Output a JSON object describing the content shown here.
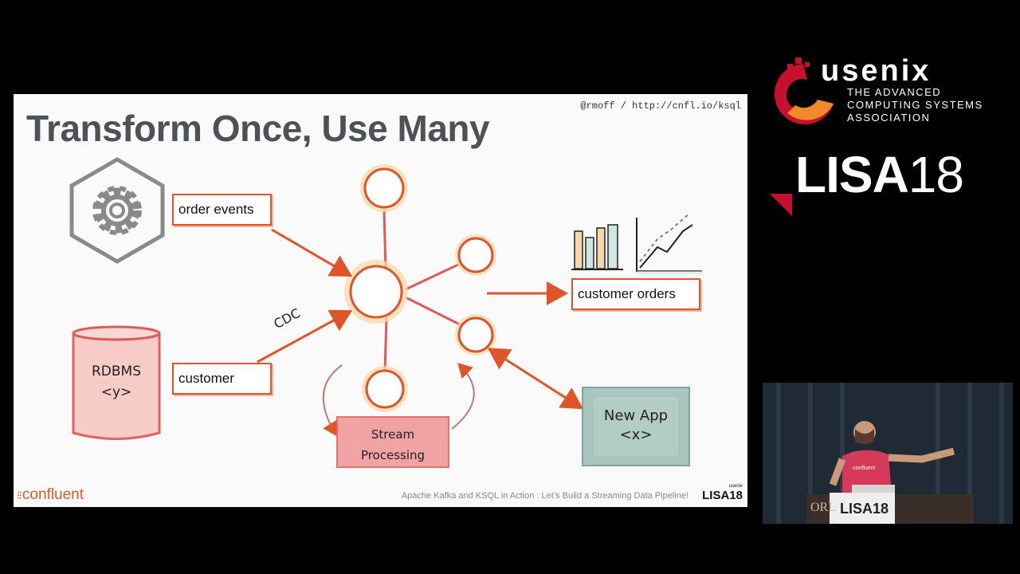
{
  "slide": {
    "title": "Transform Once, Use Many",
    "handle": "@rmoff / http://cnfl.io/ksql",
    "labels": {
      "order_events": "order events",
      "customer": "customer",
      "customer_orders": "customer orders",
      "cdc": "CDC",
      "rdbms": "RDBMS",
      "rdbms_sub": "<y>",
      "stream_processing_1": "Stream",
      "stream_processing_2": "Processing",
      "new_app": "New App",
      "new_app_sub": "<x>"
    },
    "footer": {
      "logo_text": "confluent",
      "caption": "Apache Kafka and KSQL in Action : Let’s Build a Streaming Data Pipeline!",
      "lisa_small": "usenix",
      "lisa_text": "LISA18"
    }
  },
  "sidebar": {
    "usenix_word": "usenix",
    "usenix_tag_1": "THE ADVANCED",
    "usenix_tag_2": "COMPUTING SYSTEMS",
    "usenix_tag_3": "ASSOCIATION",
    "lisa_bold": "LISA",
    "lisa_num": "18"
  },
  "video": {
    "shirt_text": "confluent",
    "podium_text": "LISA18",
    "podium_bg_text": "ORL"
  },
  "colors": {
    "accent": "#e0542a",
    "circle_fill": "#f6d9a8",
    "title_gray": "#4d5257",
    "rdbms_red": "#e05a5a",
    "app_green": "#8fb3aa"
  }
}
